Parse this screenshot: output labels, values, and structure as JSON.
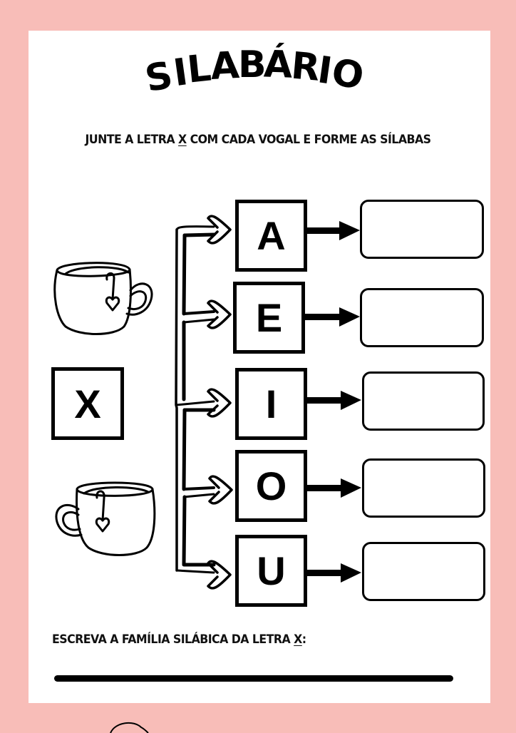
{
  "worksheet": {
    "title": "SILABÁRIO",
    "title_letters": [
      "S",
      "I",
      "L",
      "A",
      "B",
      "Á",
      "R",
      "I",
      "O"
    ],
    "instruction": {
      "before": "JUNTE A LETRA ",
      "letter": "X",
      "after": " COM CADA VOGAL E FORME AS SÍLABAS"
    },
    "consonant": "X",
    "vowels": [
      "A",
      "E",
      "I",
      "O",
      "U"
    ],
    "answer_boxes": [
      "",
      "",
      "",
      "",
      ""
    ],
    "bottom_prompt": {
      "before": "ESCREVA A FAMÍLIA SILÁBICA DA LETRA ",
      "letter": "X",
      "after": ":"
    },
    "write_line_value": ""
  },
  "decorations": {
    "icons": [
      "tea-cup-icon",
      "tea-cup-icon",
      "arrow-icon"
    ]
  },
  "colors": {
    "border_pink": "#f8bdb8",
    "page": "#ffffff",
    "ink": "#000000"
  }
}
